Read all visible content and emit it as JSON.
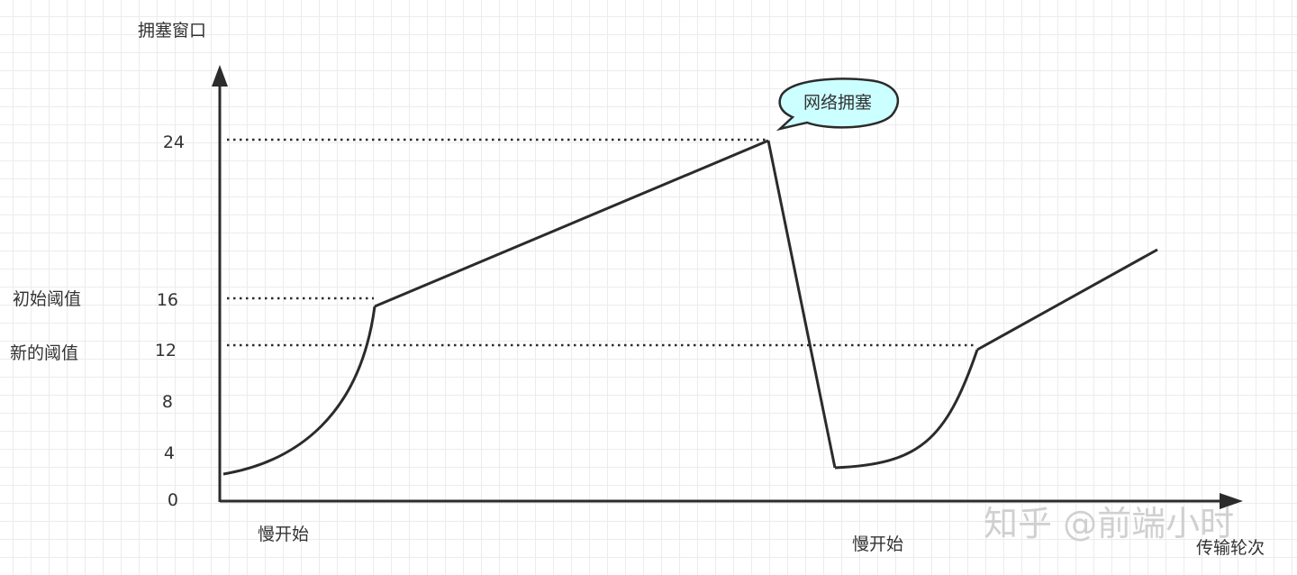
{
  "diagram": {
    "y_axis_title": "拥塞窗口",
    "x_axis_title": "传输轮次",
    "y_ticks": [
      "0",
      "4",
      "8",
      "12",
      "16",
      "24"
    ],
    "threshold_labels": {
      "initial": "初始阈值",
      "new": "新的阈值"
    },
    "phase_labels": {
      "slow_start_1": "慢开始",
      "slow_start_2": "慢开始"
    },
    "callout": "网络拥塞",
    "watermark": "知乎 @前端小时",
    "colors": {
      "line": "#2b2b2b",
      "callout_fill": "#ccffff",
      "grid": "#ececec",
      "text": "#333333"
    }
  }
}
